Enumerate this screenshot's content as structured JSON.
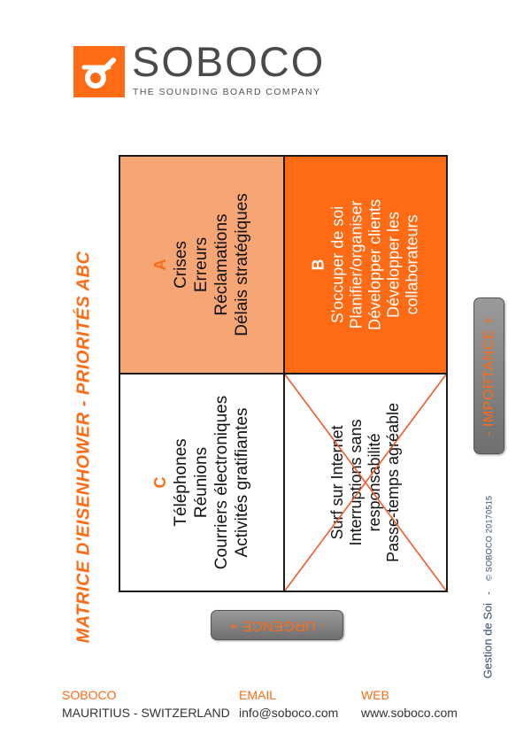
{
  "colors": {
    "accent": "#ff6a14",
    "light": "#f6a574"
  },
  "logo": {
    "name": "SOBOCO",
    "tagline": "THE SOUNDING BOARD COMPANY",
    "mark_icon": "soboco-logo-icon"
  },
  "title": "MATRICE D'EISENHOWER  - PRIORITÉS ABC",
  "quadrants": {
    "a": {
      "letter": "A",
      "items": [
        "Crises",
        "Erreurs",
        "Réclamations",
        "Délais stratégiques"
      ]
    },
    "b": {
      "letter": "B",
      "items": [
        "S'occuper de soi",
        "Planifier/organiser",
        "Développer clients",
        "Développer les",
        "collaborateurs"
      ]
    },
    "c": {
      "letter": "C",
      "items": [
        "Téléphones",
        "Réunions",
        "Courriers électroniques",
        "Activités gratifiantes"
      ]
    },
    "d": {
      "items": [
        "Surf sur Internet",
        "Interruptions sans",
        "responsabilité",
        "Passe-temps agréable"
      ]
    }
  },
  "axes": {
    "urgence": "- URGENCE +",
    "importance": "- IMPORTANCE +"
  },
  "side_footer": {
    "main": "Gestion de Soi",
    "sep": "-",
    "copyright": "© SOBOCO 20170515"
  },
  "footer": {
    "company_label": "SOBOCO",
    "company_value": "MAURITIUS - SWITZERLAND",
    "email_label": "EMAIL",
    "email_value": "info@soboco.com",
    "web_label": "WEB",
    "web_value": "www.soboco.com"
  }
}
